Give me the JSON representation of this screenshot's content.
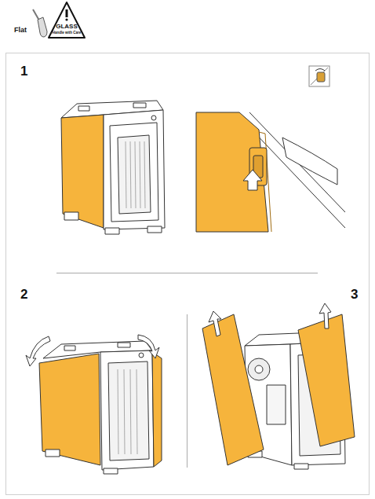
{
  "diagram": {
    "labels": [
      "Flat",
      "GLASS",
      "Handle with Care",
      "1",
      "2",
      "3"
    ]
  }
}
